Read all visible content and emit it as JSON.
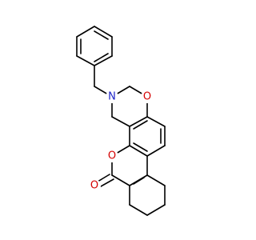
{
  "colors": {
    "background": "#ffffff",
    "bond": "#000000",
    "oxygen": "#d40000",
    "nitrogen": "#1d23c8"
  },
  "atoms": {
    "ring_oxygen_top": "O",
    "nitrogen": "N",
    "lactone_oxygen": "O",
    "carbonyl_oxygen": "O"
  }
}
